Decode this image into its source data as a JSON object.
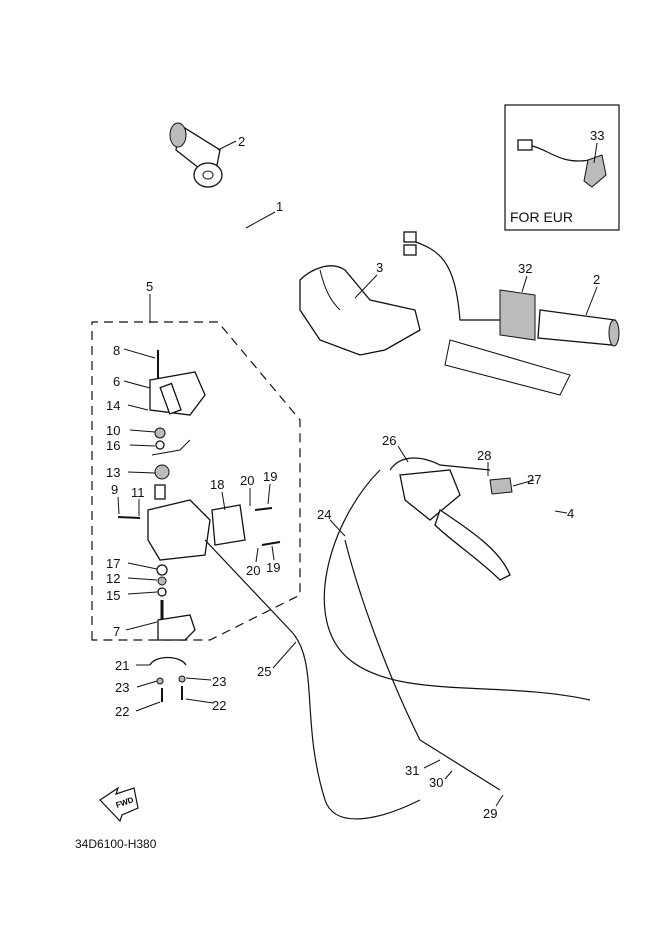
{
  "inset": {
    "label": "FOR EUR",
    "callout": "33"
  },
  "diagram_code": "34D6100-H380",
  "fwd_label": "FWD",
  "callouts": [
    {
      "id": "c2a",
      "text": "2"
    },
    {
      "id": "c1",
      "text": "1"
    },
    {
      "id": "c3",
      "text": "3"
    },
    {
      "id": "c32",
      "text": "32"
    },
    {
      "id": "c2b",
      "text": "2"
    },
    {
      "id": "c5",
      "text": "5"
    },
    {
      "id": "c8",
      "text": "8"
    },
    {
      "id": "c6",
      "text": "6"
    },
    {
      "id": "c14",
      "text": "14"
    },
    {
      "id": "c10",
      "text": "10"
    },
    {
      "id": "c16",
      "text": "16"
    },
    {
      "id": "c13",
      "text": "13"
    },
    {
      "id": "c9",
      "text": "9"
    },
    {
      "id": "c11",
      "text": "11"
    },
    {
      "id": "c18",
      "text": "18"
    },
    {
      "id": "c20a",
      "text": "20"
    },
    {
      "id": "c19a",
      "text": "19"
    },
    {
      "id": "c17",
      "text": "17"
    },
    {
      "id": "c12",
      "text": "12"
    },
    {
      "id": "c15",
      "text": "15"
    },
    {
      "id": "c7",
      "text": "7"
    },
    {
      "id": "c20b",
      "text": "20"
    },
    {
      "id": "c19b",
      "text": "19"
    },
    {
      "id": "c21",
      "text": "21"
    },
    {
      "id": "c23a",
      "text": "23"
    },
    {
      "id": "c23b",
      "text": "23"
    },
    {
      "id": "c22a",
      "text": "22"
    },
    {
      "id": "c22b",
      "text": "22"
    },
    {
      "id": "c25",
      "text": "25"
    },
    {
      "id": "c26",
      "text": "26"
    },
    {
      "id": "c28",
      "text": "28"
    },
    {
      "id": "c27",
      "text": "27"
    },
    {
      "id": "c24",
      "text": "24"
    },
    {
      "id": "c4",
      "text": "4"
    },
    {
      "id": "c31",
      "text": "31"
    },
    {
      "id": "c30",
      "text": "30"
    },
    {
      "id": "c29",
      "text": "29"
    }
  ]
}
